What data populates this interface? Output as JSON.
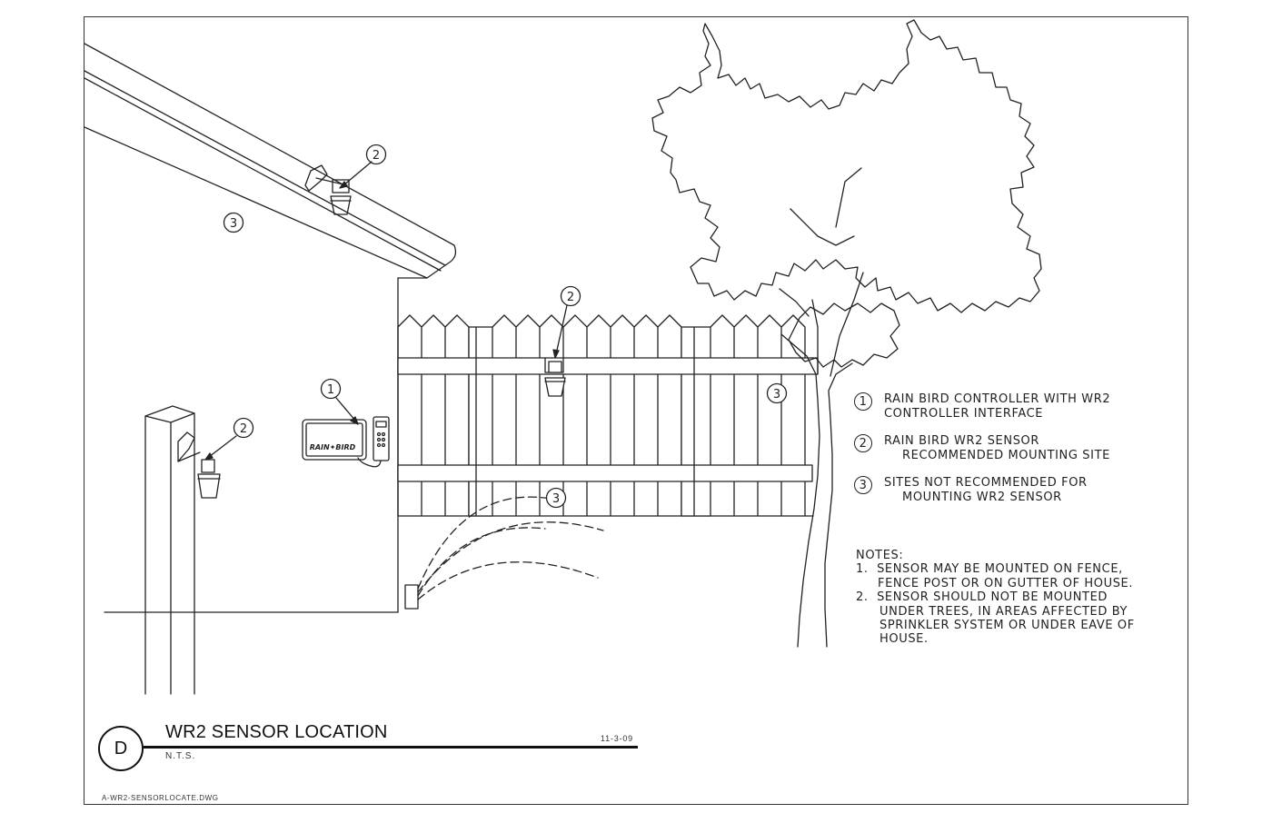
{
  "callouts": {
    "gutter": "2",
    "wall": "3",
    "fence_sensor": "2",
    "fence": "3",
    "controller": "1",
    "post_sensor": "2",
    "sprinkler": "3"
  },
  "controller_logo": "RAIN✦BIRD",
  "legend": [
    {
      "num": "1",
      "lines": [
        "RAIN BIRD CONTROLLER WITH WR2",
        "CONTROLLER INTERFACE"
      ]
    },
    {
      "num": "2",
      "lines": [
        "RAIN BIRD WR2 SENSOR",
        "RECOMMENDED MOUNTING SITE"
      ]
    },
    {
      "num": "3",
      "lines": [
        "SITES NOT RECOMMENDED FOR",
        "MOUNTING WR2 SENSOR"
      ]
    }
  ],
  "notes": {
    "heading": "NOTES:",
    "n1a": "1.  SENSOR MAY BE MOUNTED ON FENCE,",
    "n1b": "FENCE POST OR ON GUTTER OF HOUSE.",
    "n2a": "2.  SENSOR SHOULD NOT BE MOUNTED",
    "n2b": "UNDER TREES, IN AREAS AFFECTED BY",
    "n2c": "SPRINKLER SYSTEM OR UNDER EAVE OF",
    "n2d": "HOUSE."
  },
  "title_block": {
    "detail_letter": "D",
    "title": "WR2 SENSOR LOCATION",
    "scale": "N.T.S.",
    "date": "11-3-09"
  },
  "file_name": "A-WR2-SENSORLOCATE.DWG"
}
